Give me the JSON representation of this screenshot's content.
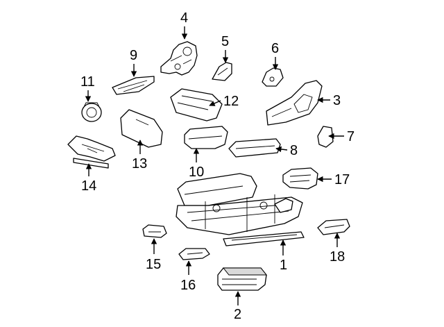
{
  "diagram": {
    "callouts": [
      "1",
      "2",
      "3",
      "4",
      "5",
      "6",
      "7",
      "8",
      "9",
      "10",
      "11",
      "12",
      "13",
      "14",
      "15",
      "16",
      "17",
      "18"
    ]
  },
  "colors": {
    "line": "#000000",
    "background": "#ffffff",
    "shade": "#d9d9d9"
  }
}
